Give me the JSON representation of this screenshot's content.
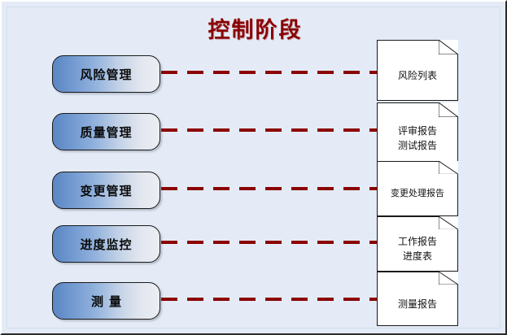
{
  "diagram": {
    "title": "控制阶段",
    "title_color": "#8b0000",
    "background_color": "#e4ebf6",
    "connector_color": "#8b0000",
    "box_gradient_from": "#5b86c4",
    "box_gradient_to": "#eceef3",
    "rows": [
      {
        "process": "风险管理",
        "document_lines": [
          "风险列表"
        ]
      },
      {
        "process": "质量管理",
        "document_lines": [
          "评审报告",
          "测试报告"
        ]
      },
      {
        "process": "变更管理",
        "document_lines": [
          "变更处理报告"
        ]
      },
      {
        "process": "进度监控",
        "document_lines": [
          "工作报告",
          "进度表"
        ]
      },
      {
        "process": "测量",
        "document_lines": [
          "测量报告"
        ]
      }
    ]
  }
}
